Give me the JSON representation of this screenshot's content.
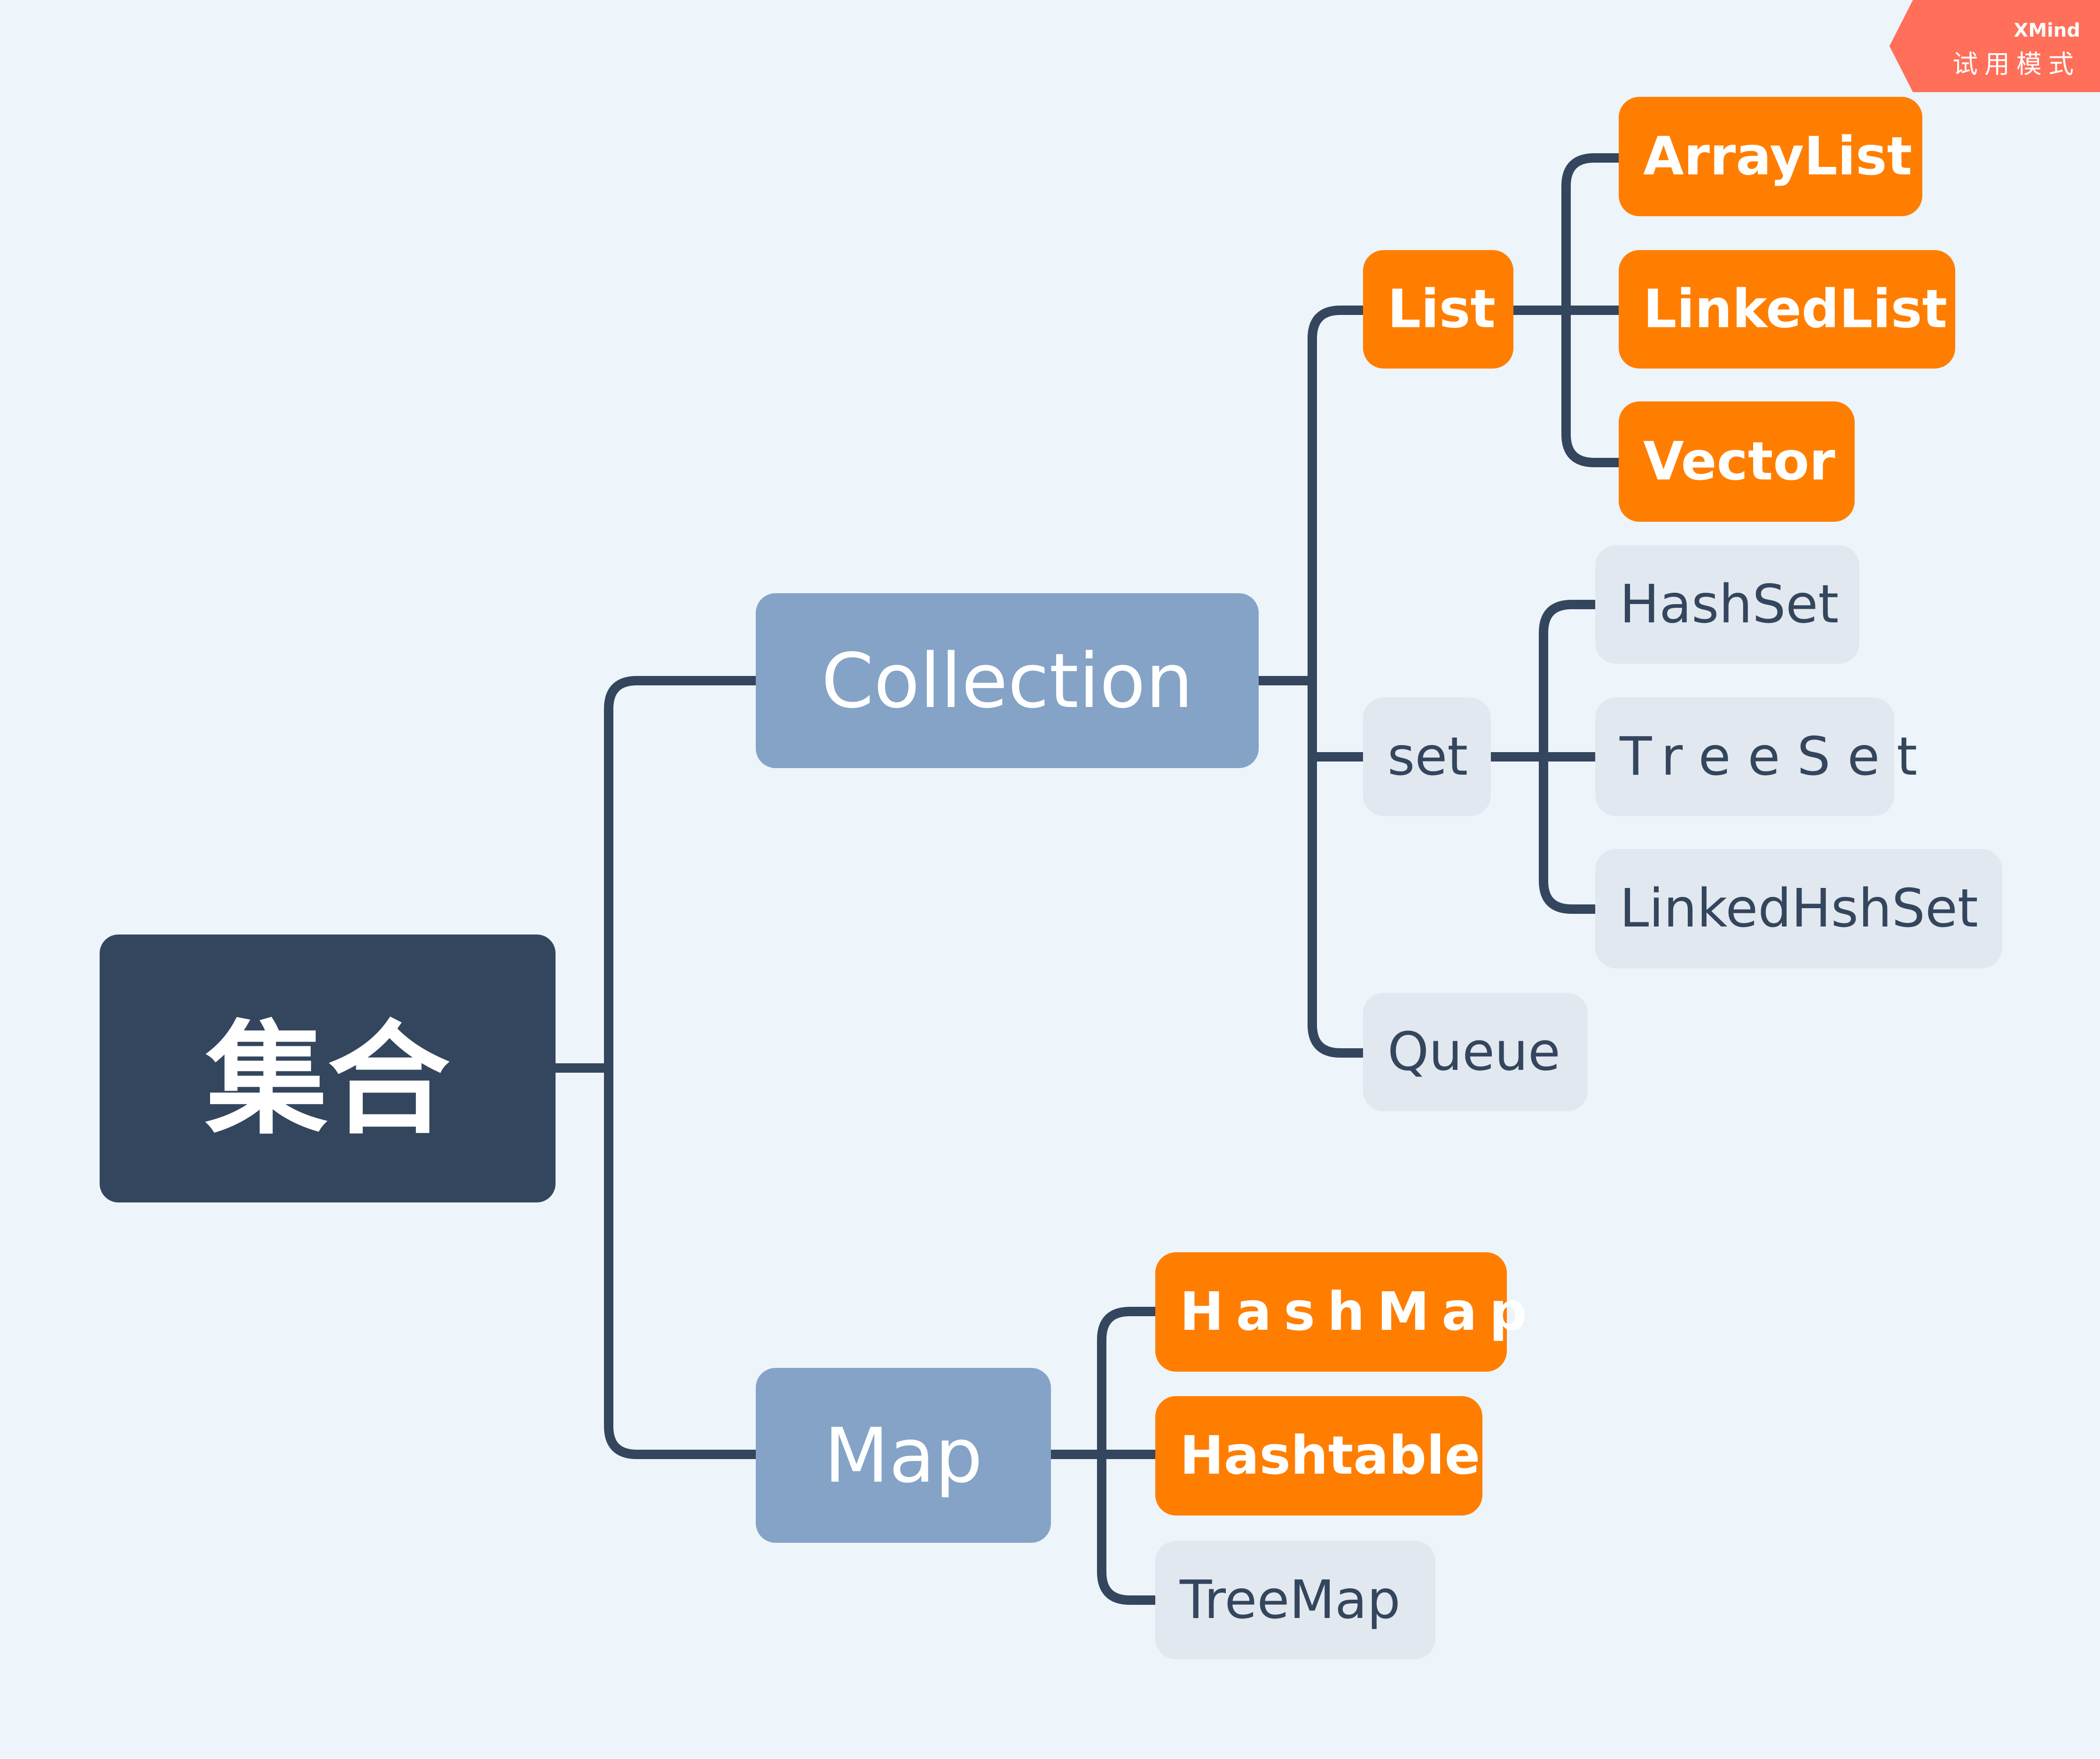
{
  "watermark": {
    "brand": "XMind",
    "mode": "试用模式",
    "color": "#ff6f5a"
  },
  "colors": {
    "background": "#edf4fa",
    "root": "#34465d",
    "main_topic": "#84a3c7",
    "highlight": "#ff7e00",
    "subtopic": "#e2e8ef",
    "connector": "#34465d"
  },
  "mindmap": {
    "root": "集合",
    "collection": {
      "label": "Collection",
      "list": {
        "label": "List",
        "children": [
          "ArrayList",
          "LinkedList",
          "Vector"
        ]
      },
      "set": {
        "label": "set",
        "children": [
          "HashSet",
          "TreeSet",
          "LinkedHshSet"
        ]
      },
      "queue": {
        "label": "Queue"
      }
    },
    "map": {
      "label": "Map",
      "children": [
        "HashMap",
        "Hashtable",
        "TreeMap"
      ]
    }
  }
}
